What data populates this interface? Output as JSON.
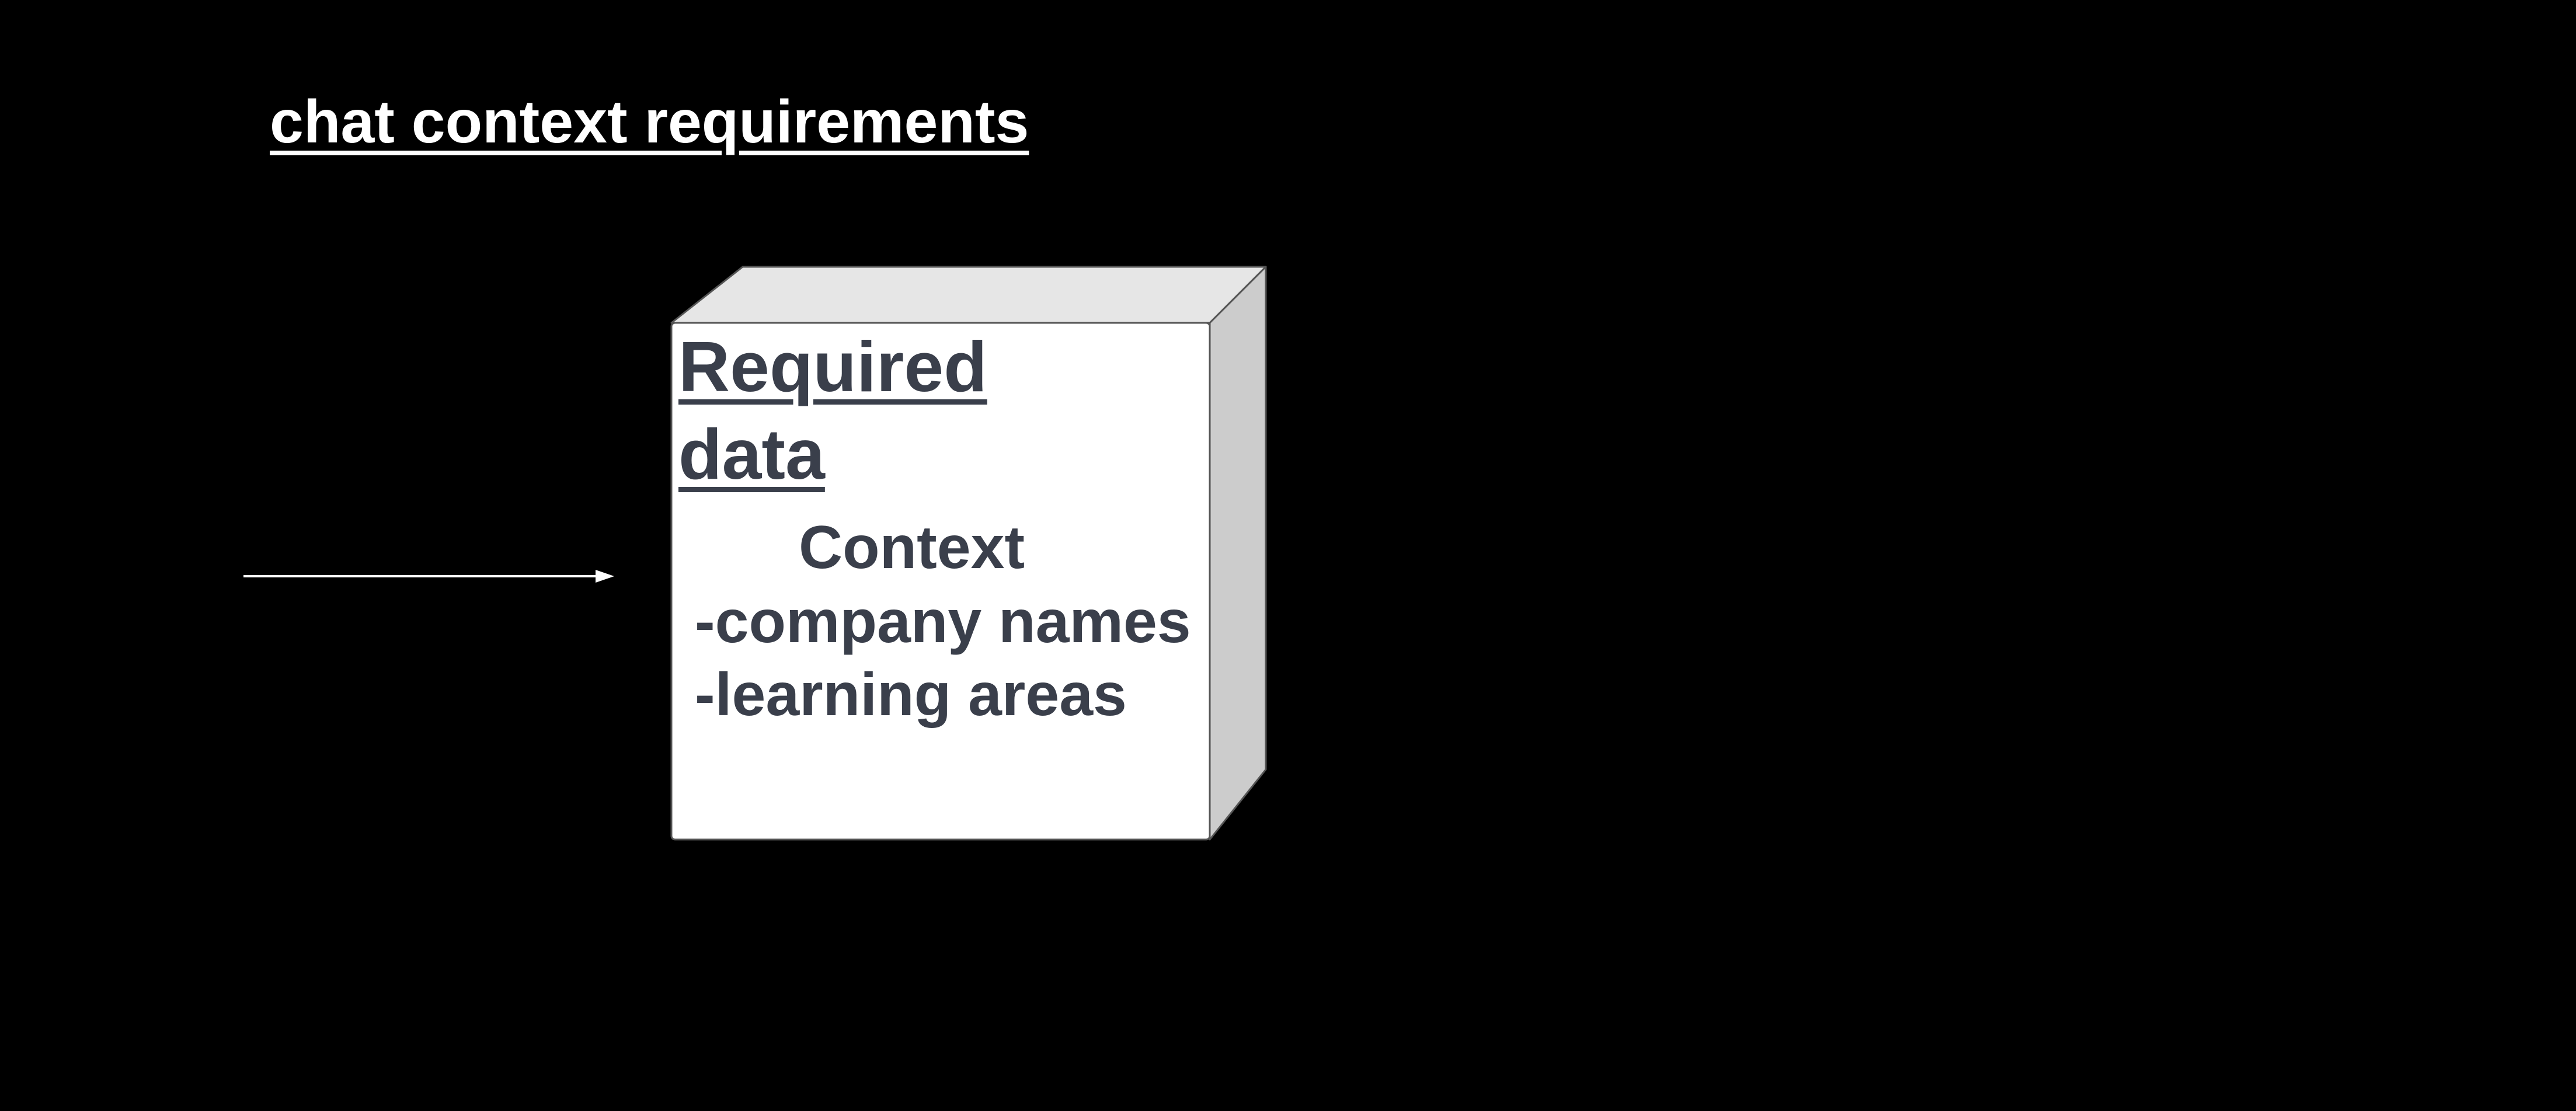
{
  "diagram": {
    "title": "chat context requirements",
    "node": {
      "heading_lines": [
        "Required",
        "data"
      ],
      "subheading": "Context",
      "items": [
        "-company names",
        "-learning areas"
      ],
      "colors": {
        "front": "#ffffff",
        "top": "#e6e6e6",
        "side": "#cccccc",
        "edge": "#555555",
        "text": "#3a3f4b"
      }
    },
    "connector": {
      "type": "arrow",
      "direction": "right",
      "color": "#ffffff"
    },
    "background": "#000000"
  }
}
